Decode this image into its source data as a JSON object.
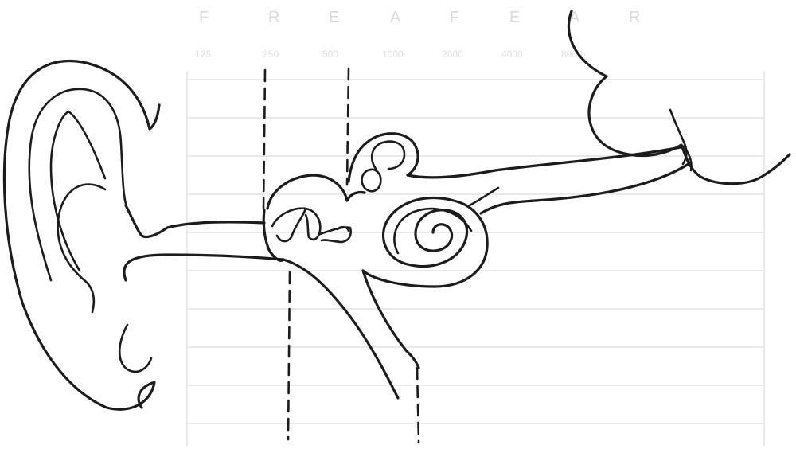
{
  "background_color": "#ffffff",
  "ink_color": "#1c1c1c",
  "show_through": {
    "header_letters": [
      "F",
      "R",
      "E",
      "A",
      "F",
      "E",
      "A",
      "R"
    ],
    "header_numbers": [
      "125",
      "250",
      "500",
      "1000",
      "2000",
      "4000",
      "8000"
    ]
  },
  "structures": [
    "outer-ear",
    "ear-canal",
    "ossicles",
    "semicircular-canals",
    "cochlea",
    "auditory-nerve",
    "eustachian-tube",
    "brain"
  ]
}
